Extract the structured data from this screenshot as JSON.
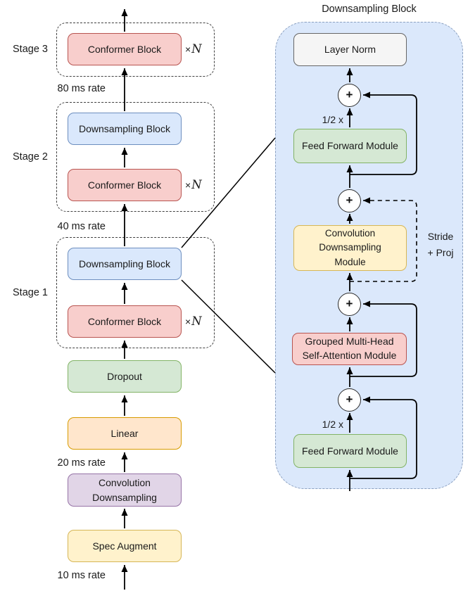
{
  "left": {
    "stage3": {
      "label": "Stage 3",
      "conformer": "Conformer Block",
      "mult_times": "×",
      "mult_var": "N"
    },
    "stage2": {
      "label": "Stage 2",
      "downsampling": "Downsampling Block",
      "conformer": "Conformer Block",
      "mult_times": "×",
      "mult_var": "N"
    },
    "stage1": {
      "label": "Stage 1",
      "downsampling": "Downsampling Block",
      "conformer": "Conformer Block",
      "mult_times": "×",
      "mult_var": "N"
    },
    "rates": {
      "r80": "80 ms rate",
      "r40": "40 ms rate",
      "r20": "20 ms rate",
      "r10": "10 ms rate"
    },
    "dropout": "Dropout",
    "linear": "Linear",
    "conv_downsampling": "Convolution\nDownsampling",
    "spec_augment": "Spec Augment"
  },
  "panel": {
    "title": "Downsampling Block",
    "layer_norm": "Layer Norm",
    "ffm_top": "Feed Forward Module",
    "half_top": "1/2 x",
    "conv_module": "Convolution\nDownsampling\nModule",
    "stride_proj": "Stride\n+ Proj",
    "gmhsa": "Grouped Multi-Head\nSelf-Attention Module",
    "half_bottom": "1/2 x",
    "ffm_bottom": "Feed Forward Module",
    "plus": "+"
  },
  "colors": {
    "conformer_fill": "#f8cecc",
    "conformer_stroke": "#b85450",
    "downsampling_fill": "#dae8fc",
    "downsampling_stroke": "#6c8ebf",
    "ffm_fill": "#d5e8d4",
    "ffm_stroke": "#82b366",
    "linear_fill": "#ffe6cc",
    "linear_stroke": "#d79b00",
    "conv_fill": "#e1d5e7",
    "conv_stroke": "#9673a6",
    "spec_fill": "#fff2cc",
    "spec_stroke": "#d6b656",
    "layernorm_fill": "#f5f5f5",
    "layernorm_stroke": "#666666",
    "panel_fill": "#dbe8fb"
  }
}
